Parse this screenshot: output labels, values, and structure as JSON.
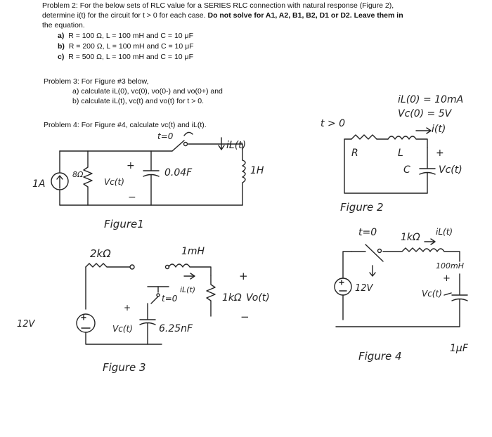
{
  "problem2": {
    "line1": "Problem 2: For the below sets of RLC value for a SERIES RLC connection with natural response (Figure 2),",
    "line2_pre": "determine i(t) for the circuit for t > 0 for each case. ",
    "line2_bold": "Do not solve for A1, A2, B1, B2, D1 or D2. Leave them in",
    "line3": "the equation.",
    "cases": [
      {
        "label": "a)",
        "text": "R = 100 Ω, L = 100 mH and C = 10 μF"
      },
      {
        "label": "b)",
        "text": "R = 200 Ω, L = 100 mH and C = 10 μF"
      },
      {
        "label": "c)",
        "text": "R = 500 Ω, L = 100 mH and C = 10 μF"
      }
    ]
  },
  "problem3": {
    "title": "Problem 3:  For Figure #3 below,",
    "a": "a) calculate iL(0), vc(0), vo(0-) and vo(0+) and",
    "b": "b) calculate iL(t), vc(t) and vo(t) for t > 0."
  },
  "problem4": {
    "title": "Problem 4:  For Figure #4, calculate vc(t) and iL(t)."
  },
  "figure1": {
    "caption": "Figure1",
    "switch": "t=0",
    "source": "1A",
    "resistor": "8Ω",
    "cap_voltage": "Vc(t)",
    "capacitor": "0.04F",
    "inductor": "1H",
    "current": "iL(t)",
    "plus": "+",
    "minus": "−"
  },
  "figure2": {
    "caption": "Figure 2",
    "time": "t > 0",
    "init_current": "iL(0) = 10mA",
    "init_voltage": "Vc(0) = 5V",
    "current": "i(t)",
    "r": "R",
    "l": "L",
    "c": "C",
    "vc": "Vc(t)",
    "plus": "+"
  },
  "figure3": {
    "caption": "Figure 3",
    "source": "12V",
    "resistor": "2kΩ",
    "inductor": "1mH",
    "current": "iL(t)",
    "switch": "t=0",
    "load": "1kΩ",
    "vo": "Vo(t)",
    "vc": "Vc(t)",
    "capacitor": "6.25nF",
    "plus": "+",
    "minus": "−"
  },
  "figure4": {
    "caption": "Figure 4",
    "cap_value": "1μF",
    "switch": "t=0",
    "resistor": "1kΩ",
    "current": "iL(t)",
    "inductor": "100mH",
    "source": "12V",
    "vc": "Vc(t)",
    "plus": "+"
  }
}
